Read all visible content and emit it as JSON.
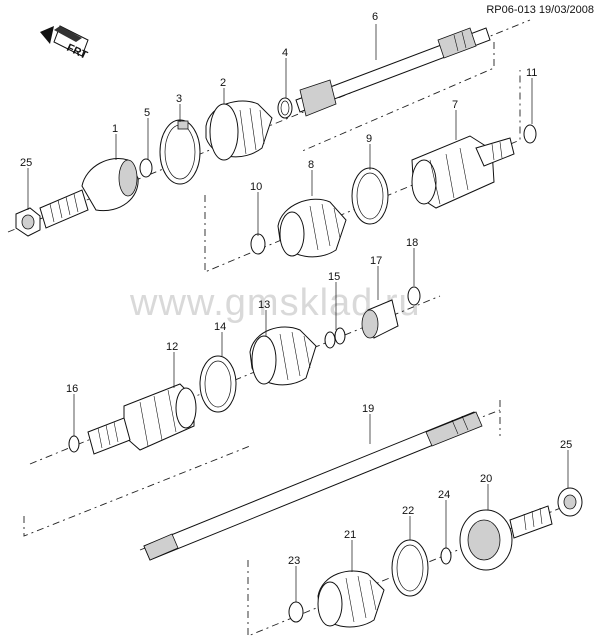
{
  "ref_code": "RP06-013 19/03/2008",
  "watermark": "www.gmsklad.ru",
  "front_icon_text": "FRT",
  "callouts": {
    "p1": "1",
    "p2": "2",
    "p3": "3",
    "p4": "4",
    "p5": "5",
    "p6": "6",
    "p7": "7",
    "p8": "8",
    "p9": "9",
    "p10": "10",
    "p11": "11",
    "p12": "12",
    "p13": "13",
    "p14": "14",
    "p15": "15",
    "p16": "16",
    "p17": "17",
    "p18": "18",
    "p19": "19",
    "p20": "20",
    "p21": "21",
    "p22": "22",
    "p23": "23",
    "p24": "24",
    "p25a": "25",
    "p25b": "25"
  }
}
